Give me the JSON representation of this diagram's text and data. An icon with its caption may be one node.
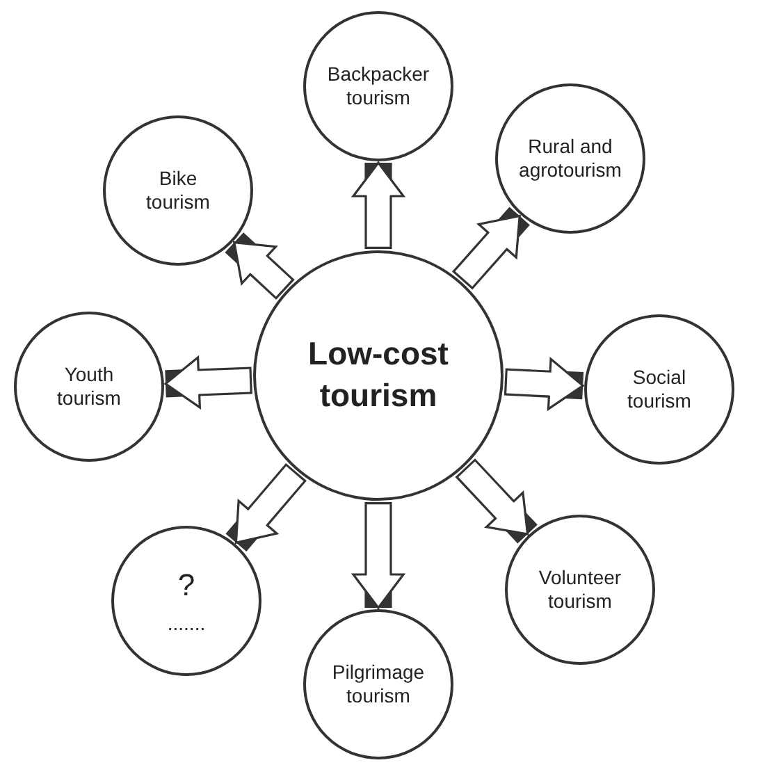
{
  "diagram": {
    "nodes": [
      {
        "text": [
          "Low-cost tourism"
        ]
      },
      {
        "text": [
          "Backpacker tourism"
        ]
      },
      {
        "text": [
          "Rural and agrotourism"
        ]
      },
      {
        "text": [
          "Social tourism"
        ]
      },
      {
        "text": [
          "Volunteer tourism"
        ]
      },
      {
        "text": [
          "Pilgrimage tourism"
        ]
      },
      {
        "text": [
          "?",
          "......."
        ]
      },
      {
        "text": [
          "Youth tourism"
        ]
      },
      {
        "text": [
          "Bike tourism"
        ]
      }
    ],
    "edges": [
      {
        "from": 0,
        "to": 1,
        "arrow": "to"
      },
      {
        "from": 0,
        "to": 2,
        "arrow": "to"
      },
      {
        "from": 0,
        "to": 3,
        "arrow": "to"
      },
      {
        "from": 0,
        "to": 4,
        "arrow": "to"
      },
      {
        "from": 0,
        "to": 5,
        "arrow": "to"
      },
      {
        "from": 0,
        "to": 6,
        "arrow": "to"
      },
      {
        "from": 0,
        "to": 7,
        "arrow": "to"
      },
      {
        "from": 0,
        "to": 8,
        "arrow": "to"
      }
    ]
  }
}
